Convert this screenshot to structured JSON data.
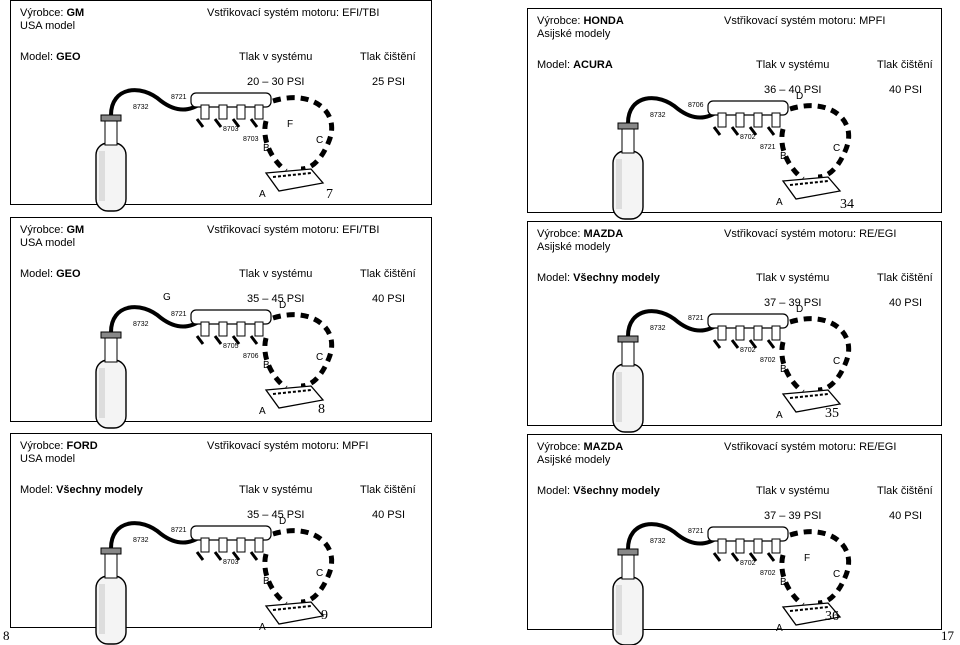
{
  "labels": {
    "maker": "Výrobce:",
    "system": "Vstřikovací systém motoru:",
    "model": "Model:",
    "pressure": "Tlak v systému",
    "cleaning": "Tlak čištění"
  },
  "cards": [
    {
      "maker": "GM",
      "origin": "USA model",
      "system": "EFI/TBI",
      "model": "GEO",
      "pressure": "20 – 30 PSI",
      "cleaning": "25 PSI",
      "page": "7",
      "parts": {
        "a": "8732",
        "b": "8721",
        "c": "8703",
        "d": "8703",
        "A": "A",
        "B": "B",
        "C": "C",
        "D": "",
        "F": "F",
        "G": ""
      }
    },
    {
      "maker": "HONDA",
      "origin": "Asijské modely",
      "system": "MPFI",
      "model": "ACURA",
      "pressure": "36 – 40 PSI",
      "cleaning": "40 PSI",
      "page": "34",
      "parts": {
        "a": "8732",
        "b": "8706",
        "c": "8702",
        "d": "8721",
        "A": "A",
        "B": "B",
        "C": "C",
        "D": "D",
        "F": "",
        "G": ""
      }
    },
    {
      "maker": "GM",
      "origin": "USA model",
      "system": "EFI/TBI",
      "model": "GEO",
      "pressure": "35 – 45 PSI",
      "cleaning": "40 PSI",
      "page": "8",
      "parts": {
        "a": "8732",
        "b": "8721",
        "c": "8705",
        "d": "8706",
        "A": "A",
        "B": "B",
        "C": "C",
        "D": "D",
        "F": "",
        "G": "G"
      }
    },
    {
      "maker": "MAZDA",
      "origin": "Asijské modely",
      "system": "RE/EGI",
      "model": "Všechny modely",
      "pressure": "37 – 39 PSI",
      "cleaning": "40 PSI",
      "page": "35",
      "parts": {
        "a": "8732",
        "b": "8721",
        "c": "8702",
        "d": "8702",
        "A": "A",
        "B": "B",
        "C": "C",
        "D": "D",
        "F": "",
        "G": ""
      }
    },
    {
      "maker": "FORD",
      "origin": "USA model",
      "system": "MPFI",
      "model": "Všechny modely",
      "pressure": "35 – 45 PSI",
      "cleaning": "40 PSI",
      "page": "9",
      "parts": {
        "a": "8732",
        "b": "8721",
        "c": "8703",
        "d": "",
        "A": "A",
        "B": "B",
        "C": "C",
        "D": "D",
        "F": "",
        "G": ""
      }
    },
    {
      "maker": "MAZDA",
      "origin": "Asijské modely",
      "system": "RE/EGI",
      "model": "Všechny modely",
      "pressure": "37 – 39 PSI",
      "cleaning": "40 PSI",
      "page": "36",
      "parts": {
        "a": "8732",
        "b": "8721",
        "c": "8702",
        "d": "8702",
        "A": "A",
        "B": "B",
        "C": "C",
        "D": "",
        "F": "F",
        "G": ""
      }
    }
  ],
  "sheet_left": "8",
  "sheet_right": "17"
}
